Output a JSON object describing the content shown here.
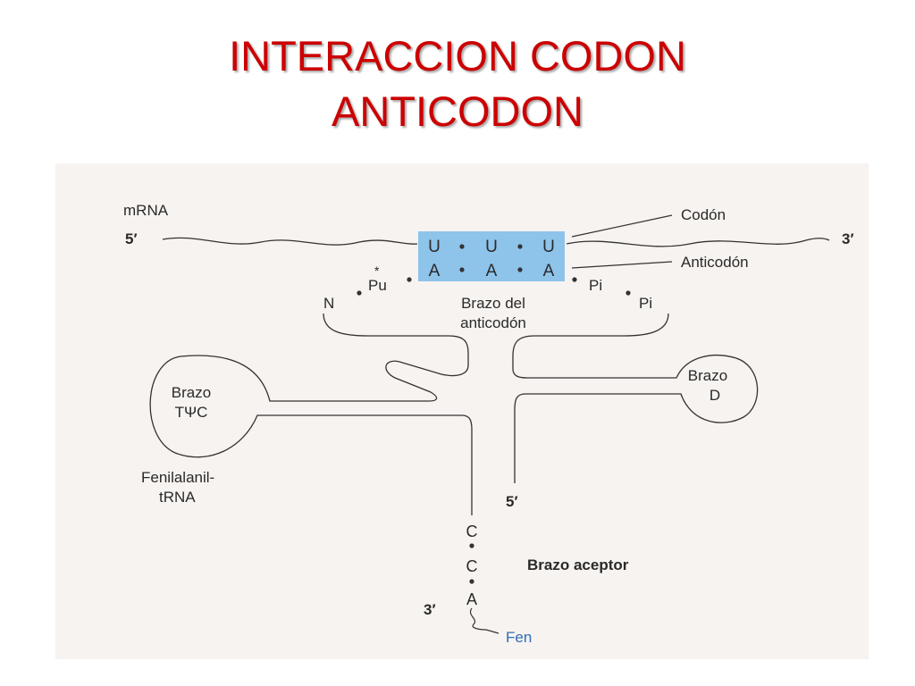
{
  "slide": {
    "title_line1": "INTERACCION CODON",
    "title_line2": "ANTICODON"
  },
  "diagram": {
    "mrna_label": "mRNA",
    "five_prime_left": "5′",
    "three_prime_right": "3′",
    "codon": [
      "U",
      "U",
      "U"
    ],
    "anticodon": [
      "A",
      "A",
      "A"
    ],
    "codon_label": "Codón",
    "anticodon_label": "Anticodón",
    "star": "*",
    "pu": "Pu",
    "n": "N",
    "pi1": "Pi",
    "pi2": "Pi",
    "anticodon_arm_line1": "Brazo del",
    "anticodon_arm_line2": "anticodón",
    "tpsic_arm_line1": "Brazo",
    "tpsic_arm_line2": "TΨC",
    "d_arm_line1": "Brazo",
    "d_arm_line2": "D",
    "phe_trna_line1": "Fenilalanil-",
    "phe_trna_line2": "tRNA",
    "five_prime_stem": "5′",
    "cca": [
      "C",
      "C",
      "A"
    ],
    "three_prime_end": "3′",
    "acceptor_arm": "Brazo aceptor",
    "fen": "Fen"
  },
  "colors": {
    "title": "#cc0000",
    "box": "#8ec3ea",
    "figure_bg": "#f7f3f0",
    "fen": "#2f6db8"
  }
}
